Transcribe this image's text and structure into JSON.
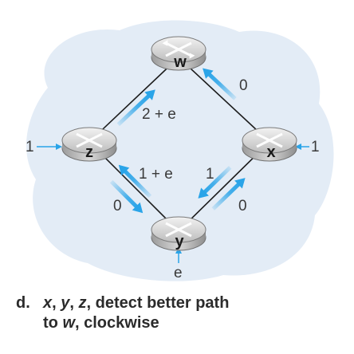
{
  "routers": [
    {
      "id": "w",
      "label": "w"
    },
    {
      "id": "z",
      "label": "z"
    },
    {
      "id": "x",
      "label": "x"
    },
    {
      "id": "y",
      "label": "y"
    }
  ],
  "links": [
    {
      "from": "z",
      "to": "w"
    },
    {
      "from": "w",
      "to": "x"
    },
    {
      "from": "z",
      "to": "y"
    },
    {
      "from": "y",
      "to": "x"
    }
  ],
  "message_labels": {
    "x_to_w": "0",
    "z_to_w": "2 + e",
    "y_to_z": "1 + e",
    "z_to_y": "0",
    "x_to_y": "1",
    "y_to_x": "0"
  },
  "external_inputs": {
    "z": "1",
    "x": "1",
    "y": "e"
  },
  "caption": {
    "letter": "d.",
    "line1": "x, y, z, detect better path",
    "line2": "to w, clockwise"
  },
  "colors": {
    "blob": "#dfe9f4",
    "arrow": "#2aa4e8",
    "router_dark": "#8a8a8a",
    "router_light": "#e6e6e6",
    "link": "#1c1c1c"
  }
}
